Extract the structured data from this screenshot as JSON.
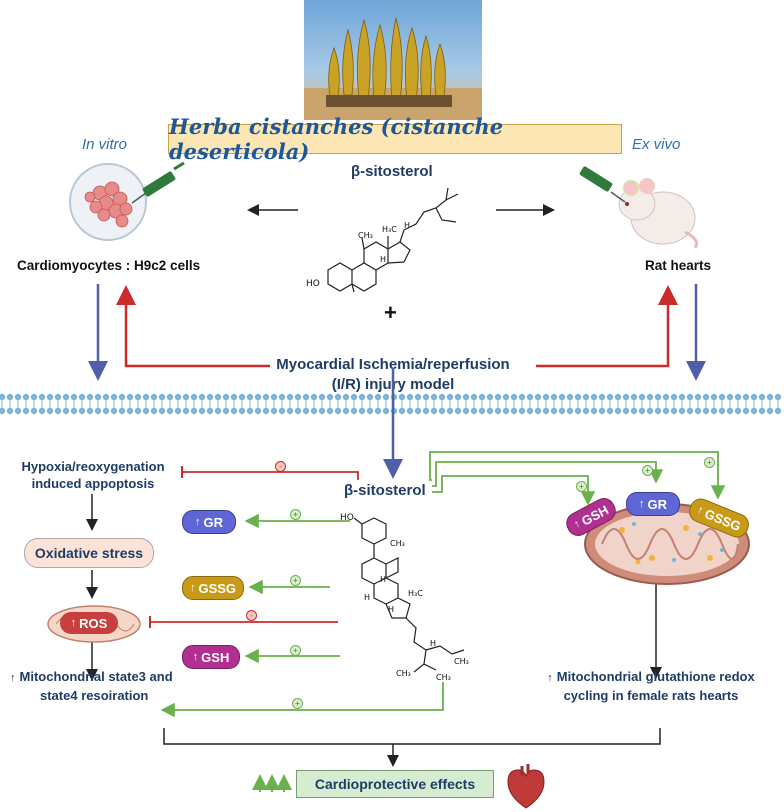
{
  "title": "Herba cistanches (cistanche deserticola)",
  "left_header": "In vitro",
  "right_header": "Ex vivo",
  "compound_top": "β-sitosterol",
  "compound_mid": "β-sitosterol",
  "cells_label": "Cardiomyocytes : H9c2 cells",
  "hearts_label": "Rat hearts",
  "plus": "+",
  "model_line1": "Myocardial Ischemia/reperfusion",
  "model_line2": "(I/R) injury model",
  "hypoxia_line1": "Hypoxia/reoxygenation",
  "hypoxia_line2": "induced appoptosis",
  "oxidative_stress": "Oxidative stress",
  "ros": "ROS",
  "mito_state_line1": "Mitochondrial state3 and",
  "mito_state_line2": "state4 resoiration",
  "gsh_cycle_line1": "Mitochondrial glutathione redox",
  "gsh_cycle_line2": "cycling in female rats hearts",
  "cardio": "Cardioprotective effects",
  "markers": {
    "gr": "GR",
    "gssg": "GSSG",
    "gsh": "GSH"
  },
  "signs": {
    "plus": "+",
    "minus": "-"
  },
  "up_arrow": "↑",
  "structure_atoms": {
    "ho": "HO",
    "ch3": "CH₃",
    "h3c": "H₃C",
    "h": "H"
  },
  "colors": {
    "gr": "#5f67d6",
    "gssg": "#c99a18",
    "gsh": "#b12f8f",
    "ros": "#c7403f",
    "red_arrow": "#cc2b2b",
    "blue_arrow": "#4f5fa8",
    "green_arrow": "#6ab04c",
    "membrane": "#7fb3d8",
    "oxidative_fill": "#fbe3d8",
    "cardio_fill": "#d6ecd1"
  }
}
